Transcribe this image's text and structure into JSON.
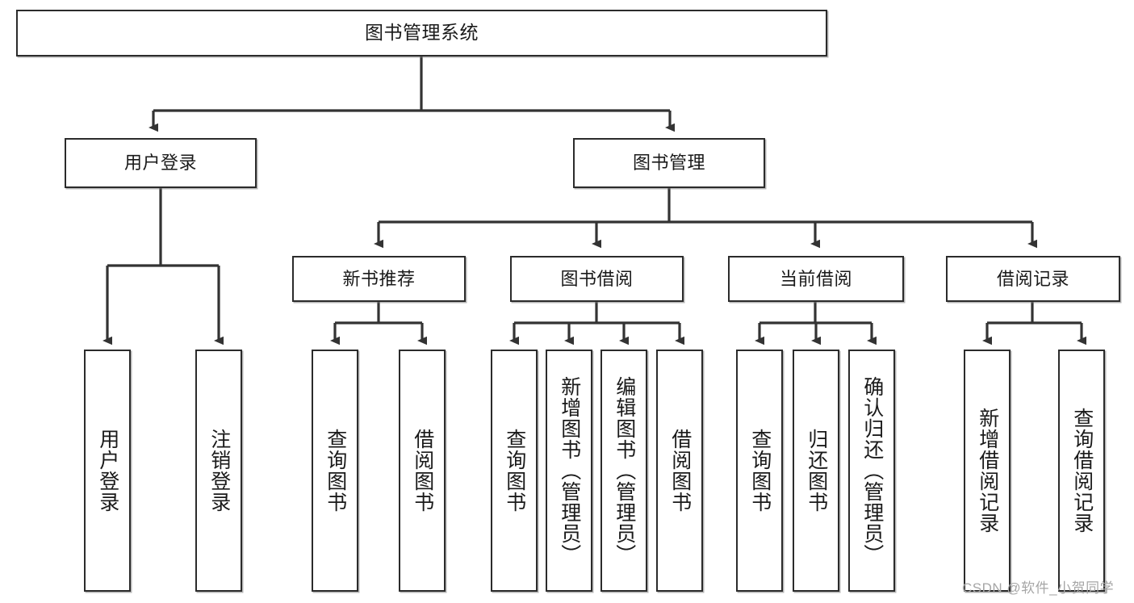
{
  "diagram": {
    "title": "图书管理系统",
    "type": "tree-hierarchy-chart",
    "root": {
      "id": "root",
      "label": "图书管理系统"
    },
    "level2": [
      {
        "id": "user-login",
        "label": "用户登录"
      },
      {
        "id": "book-manage",
        "label": "图书管理"
      }
    ],
    "level3": [
      {
        "id": "new-book-recommend",
        "label": "新书推荐"
      },
      {
        "id": "book-borrow",
        "label": "图书借阅"
      },
      {
        "id": "current-borrow",
        "label": "当前借阅"
      },
      {
        "id": "borrow-record",
        "label": "借阅记录"
      }
    ],
    "leaves": {
      "user_login": [
        {
          "id": "leaf-user-login",
          "label": "用户登录"
        },
        {
          "id": "leaf-logout-login",
          "label": "注销登录"
        }
      ],
      "new_book_recommend": [
        {
          "id": "leaf-query-book-1",
          "label": "查询图书"
        },
        {
          "id": "leaf-borrow-book-1",
          "label": "借阅图书"
        }
      ],
      "book_borrow": [
        {
          "id": "leaf-query-book-2",
          "label": "查询图书"
        },
        {
          "id": "leaf-add-book",
          "label": "新增图书（管理员）"
        },
        {
          "id": "leaf-edit-book",
          "label": "编辑图书（管理员）"
        },
        {
          "id": "leaf-borrow-book-2",
          "label": "借阅图书"
        }
      ],
      "current_borrow": [
        {
          "id": "leaf-query-book-3",
          "label": "查询图书"
        },
        {
          "id": "leaf-return-book",
          "label": "归还图书"
        },
        {
          "id": "leaf-confirm-return",
          "label": "确认归还（管理员）"
        }
      ],
      "borrow_record": [
        {
          "id": "leaf-add-record",
          "label": "新增借阅记录"
        },
        {
          "id": "leaf-query-record",
          "label": "查询借阅记录"
        }
      ]
    }
  },
  "watermark": {
    "text": "CSDN @软件_小贺同学"
  },
  "colors": {
    "box_border": "#2b2b2b",
    "box_fill": "#ffffff",
    "connector": "#333333",
    "text": "#1a1a1a",
    "watermark": "#a6a6a6",
    "background": "#ffffff"
  }
}
